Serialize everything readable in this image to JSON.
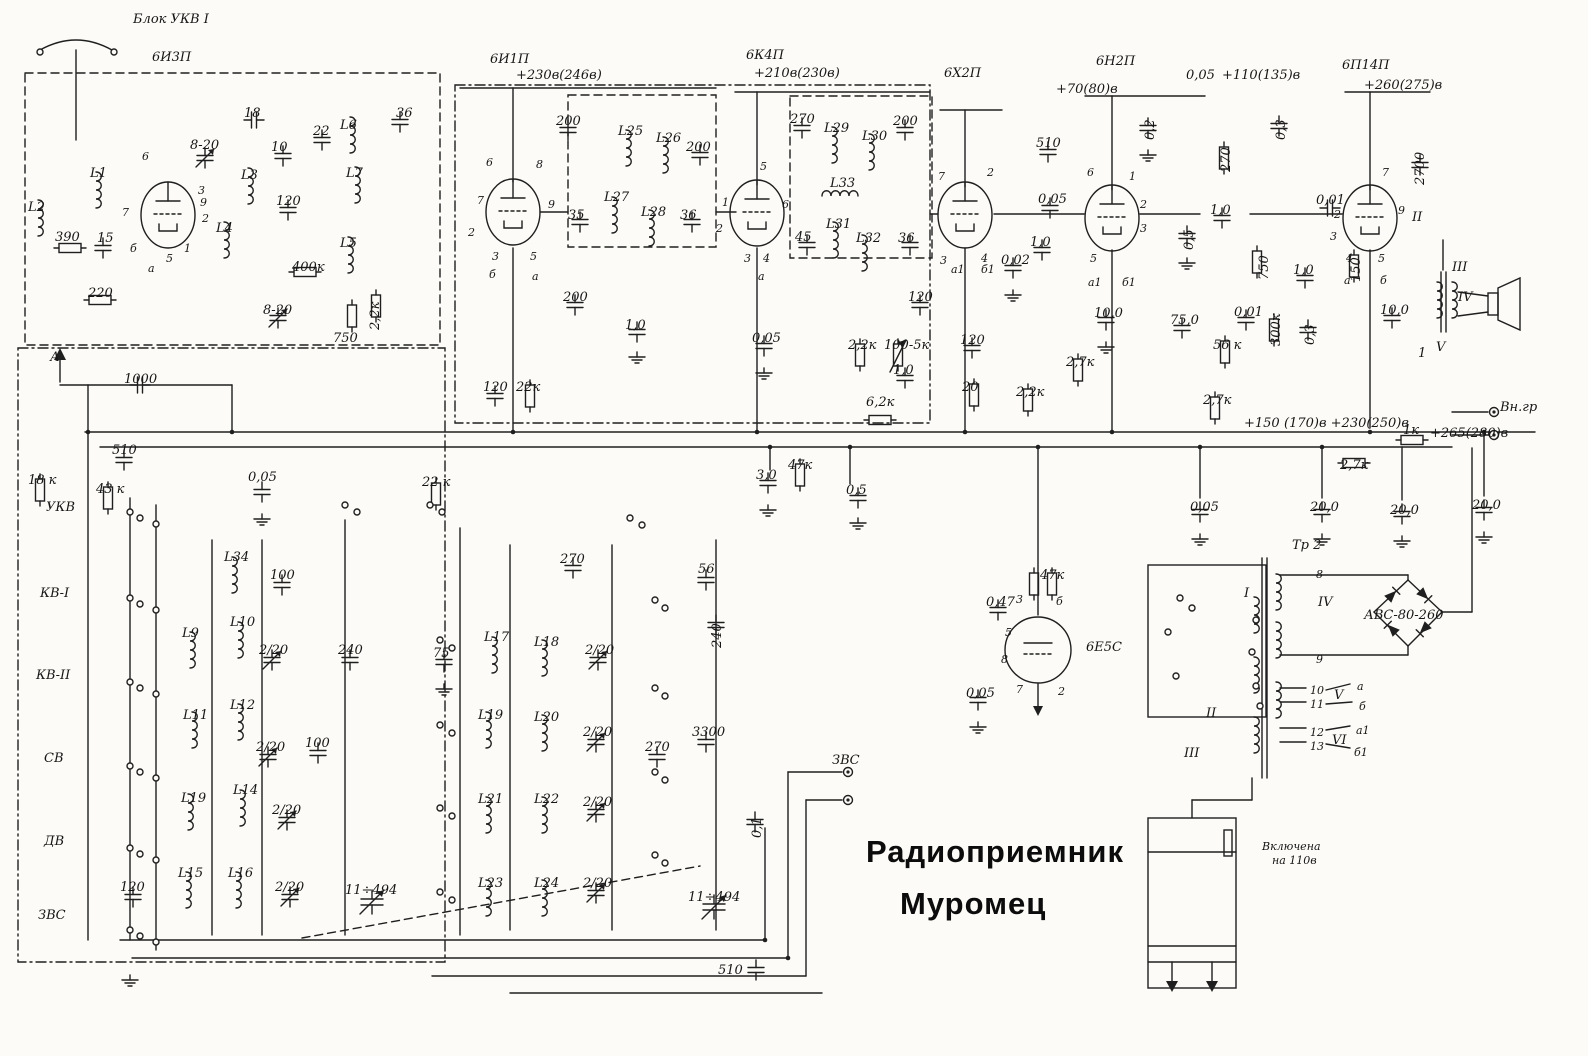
{
  "title": {
    "l1": "Радиоприемник",
    "l2": "Муромец"
  },
  "hdr": [
    "Блок УКВ I",
    "6И3П",
    "6И1П",
    "+230в(246в)",
    "6К4П",
    "+210в(230в)",
    "6Х2П",
    "6Н2П",
    "+70(80)в",
    "0,05",
    "+110(135)в",
    "6П14П",
    "+260(275)в"
  ],
  "ukv": [
    "L1",
    "L2",
    "390",
    "15",
    "220",
    "8-20",
    "18",
    "10",
    "L3",
    "L4",
    "120",
    "22",
    "L6",
    "L7",
    "36",
    "400к",
    "8-20",
    "750",
    "2,2к",
    "L5"
  ],
  "ant": [
    "А",
    "1000",
    "510",
    "18 к",
    "43 к",
    "УКВ",
    "КВ-I",
    "КВ-II",
    "СВ",
    "ДВ",
    "ЗВС"
  ],
  "swl": [
    "0,05",
    "22 к",
    "L34",
    "100",
    "L9",
    "L10",
    "2/20",
    "240",
    "L11",
    "L12",
    "2/20",
    "100",
    "L19",
    "L14",
    "2/20",
    "L15",
    "L16",
    "2/20",
    "120",
    "11÷494"
  ],
  "swm": [
    "270",
    "56",
    "75",
    "L17",
    "L18",
    "2/20",
    "240",
    "L19",
    "L20",
    "2/20",
    "3300",
    "270",
    "L21",
    "L22",
    "2/20",
    "L23",
    "L24",
    "2/20",
    "11÷494",
    "0,1",
    "510",
    "ЗВС"
  ],
  "if1": [
    "200",
    "L25",
    "L26",
    "200",
    "35",
    "L27",
    "L28",
    "36",
    "200",
    "1,0",
    "120",
    "22к",
    "0,05",
    "а",
    "б"
  ],
  "if2": [
    "270",
    "L29",
    "L30",
    "200",
    "L33",
    "45",
    "L31",
    "L32",
    "36",
    "2,2к",
    "100-5к",
    "120",
    "120",
    "1,0",
    "20",
    "2,2к",
    "6,2к"
  ],
  "det": [
    "3,0",
    "47к",
    "0,5",
    "а1",
    "б1"
  ],
  "n2p": [
    "510",
    "0,05",
    "1,0",
    "0,02",
    "10,0",
    "2,7к",
    "0,2",
    "270",
    "0,3",
    "1,0",
    "0,5",
    "750",
    "0,01",
    "300к",
    "56 к",
    "75,0",
    "2,7к",
    "+150",
    "(170)в +230(250)в",
    "1к",
    "+265(280)в",
    "2,7к",
    "0,05",
    "20,0",
    "20,0",
    "20,0"
  ],
  "out": [
    "2700",
    "0,01",
    "1,0",
    "0,3",
    "150",
    "10,0",
    "II",
    "III",
    "IV",
    "V",
    "1",
    "Вн.гр"
  ],
  "eye": [
    "0,47",
    "47к",
    "6Е5С",
    "0,05",
    "3",
    "б",
    "5",
    "8",
    "7",
    "2"
  ],
  "psu": [
    "Тр 2",
    "I",
    "8",
    "IV",
    "АВС-80-260",
    "9",
    "II",
    "III",
    "10",
    "11",
    "12",
    "13",
    "V",
    "VI",
    "а",
    "б",
    "а1",
    "б1",
    "Включена",
    "на 110в"
  ],
  "pins": {
    "v1": [
      "6",
      "7",
      "9",
      "1",
      "2",
      "3",
      "5",
      "а",
      "б"
    ],
    "v2": [
      "6",
      "7",
      "8",
      "9",
      "2",
      "3",
      "5"
    ],
    "v3": [
      "1",
      "2",
      "5",
      "6",
      "3",
      "4",
      "а"
    ],
    "v4": [
      "7",
      "2",
      "3",
      "4"
    ],
    "v5": [
      "6",
      "1",
      "2",
      "3",
      "5",
      "а1",
      "б1"
    ],
    "v6": [
      "7",
      "2",
      "3",
      "4",
      "5",
      "9",
      "а",
      "б"
    ]
  },
  "colors": {
    "ink": "#1f1f1f",
    "paper": "#fcfbf7"
  }
}
